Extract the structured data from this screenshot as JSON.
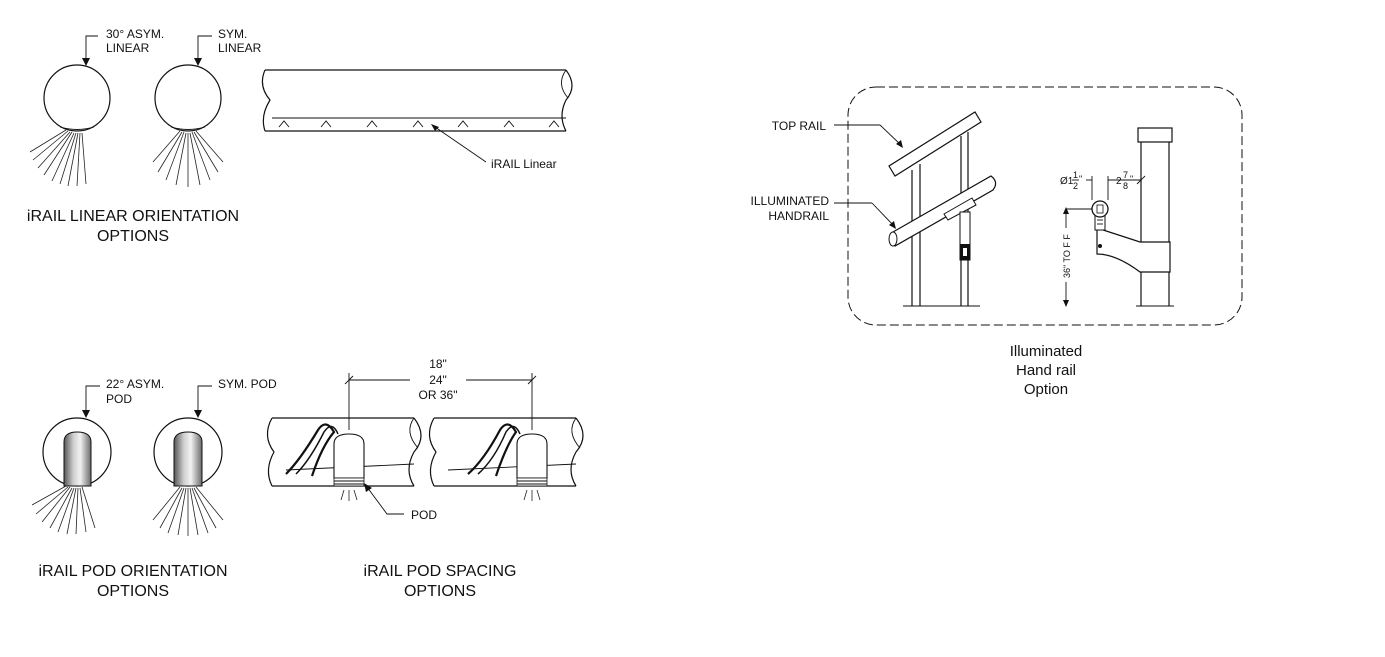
{
  "linear_orientation": {
    "asym_label": [
      "30° ASYM.",
      "LINEAR"
    ],
    "sym_label": [
      "SYM.",
      "LINEAR"
    ],
    "caption": [
      "iRAIL LINEAR ORIENTATION",
      "OPTIONS"
    ]
  },
  "linear_rail": {
    "label": "iRAIL Linear"
  },
  "pod_orientation": {
    "asym_label": [
      "22° ASYM.",
      "POD"
    ],
    "sym_label": "SYM. POD",
    "caption": [
      "iRAIL POD ORIENTATION",
      "OPTIONS"
    ]
  },
  "pod_spacing": {
    "dimension": [
      "18\"",
      "24\"",
      "OR 36\""
    ],
    "pod_label": "POD",
    "caption": [
      "iRAIL POD SPACING",
      "OPTIONS"
    ]
  },
  "handrail_detail": {
    "top_rail_label": "TOP RAIL",
    "illuminated_label": [
      "ILLUMINATED",
      "HANDRAIL"
    ],
    "dia_prefix": "Ø1",
    "dia_frac": [
      "1",
      "2"
    ],
    "offset_prefix": "2",
    "offset_frac": [
      "7",
      "8"
    ],
    "height_label": "36\" TO F F",
    "caption": [
      "Illuminated",
      "Hand rail",
      "Option"
    ]
  }
}
